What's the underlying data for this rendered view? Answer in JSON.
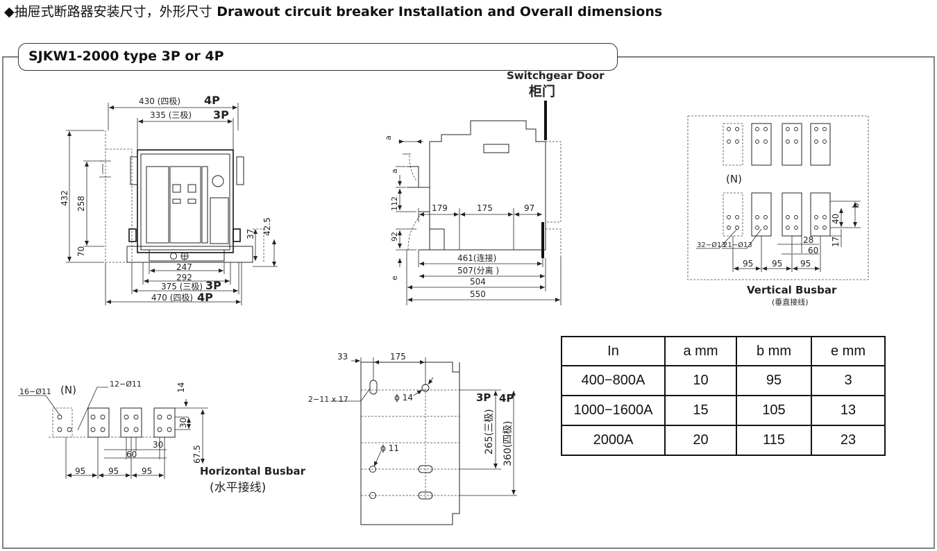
{
  "header": {
    "bullet": "◆",
    "title_zh": "抽屉式断路器安装尺寸，外形尺寸",
    "title_en": "Drawout circuit breaker Installation and Overall dimensions"
  },
  "panel": {
    "title": "SJKW1-2000 type  3P or 4P"
  },
  "front_view": {
    "dim_430": "430 (四极)",
    "tag_4p": "4P",
    "dim_335": "335 (三极)",
    "tag_3p": "3P",
    "dim_432": "432",
    "dim_258": "258",
    "dim_70": "70",
    "dim_37": "37",
    "dim_42_5": "42.5",
    "dim_247": "247",
    "dim_292": "292",
    "dim_375": "375 (三极)",
    "tag_3p_b": "3P",
    "dim_470": "470 (四极)",
    "tag_4p_b": "4P"
  },
  "side_view": {
    "door_en": "Switchgear Door",
    "door_zh": "柜门",
    "dim_a1": "a",
    "dim_a2": "a",
    "dim_112": "112",
    "dim_92": "92",
    "dim_e": "e",
    "dim_179": "179",
    "dim_175": "175",
    "dim_97": "97",
    "dim_461": "461(连接)",
    "dim_507": "507(分离 )",
    "dim_504": "504",
    "dim_550": "550"
  },
  "vertical_busbar": {
    "label_en": "Vertical Busbar",
    "label_zh": "(垂直接线)",
    "n_mark": "(N)",
    "dim_b": "b",
    "dim_40": "40",
    "dim_17": "17",
    "dim_28": "28",
    "dim_60": "60",
    "hole_32": "32−Ø13",
    "hole_21": "21−Ø13",
    "dim_95a": "95",
    "dim_95b": "95",
    "dim_95c": "95"
  },
  "horizontal_busbar": {
    "label_en": "Horizontal Busbar",
    "label_zh": "(水平接线)",
    "hole_16": "16−Ø11",
    "n_mark": "(N)",
    "hole_12": "12−Ø11",
    "dim_14": "14",
    "dim_30": "30",
    "dim_67_5": "67.5",
    "dim_30b": "30",
    "dim_60": "60",
    "dim_95a": "95",
    "dim_95b": "95",
    "dim_95c": "95"
  },
  "mounting": {
    "dim_33": "33",
    "dim_175": "175",
    "slot": "2−11 x 17",
    "phi14": "ϕ 14",
    "phi11": "ϕ 11",
    "tag_3p": "3P",
    "tag_4p": "4P",
    "dim_265": "265(三极)",
    "dim_360": "360(四极)"
  },
  "spec_table": {
    "headers": [
      "In",
      "a mm",
      "b mm",
      "e mm"
    ],
    "rows": [
      [
        "400−800A",
        "10",
        "95",
        "3"
      ],
      [
        "1000−1600A",
        "15",
        "105",
        "13"
      ],
      [
        "2000A",
        "20",
        "115",
        "23"
      ]
    ]
  }
}
